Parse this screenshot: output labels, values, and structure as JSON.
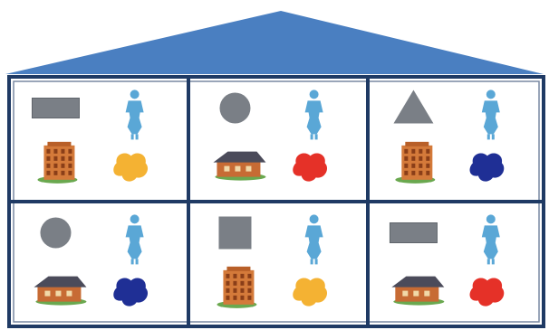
{
  "colors": {
    "roof": "#4a7fc1",
    "frame": "#1f3a64",
    "shape": "#7a7f86",
    "person": "#5aa7d6",
    "splat_yellow": "#f4b233",
    "splat_red": "#e53128",
    "splat_blue": "#1f2f95",
    "apartment": "#d47a3a",
    "cottage": "#c76b34",
    "cottage_roof": "#4b4b5a"
  },
  "rooms": [
    {
      "shape": "rectangle",
      "figure": "person",
      "building": "apartment",
      "blob_color": "yellow"
    },
    {
      "shape": "circle",
      "figure": "person",
      "building": "cottage",
      "blob_color": "red"
    },
    {
      "shape": "triangle",
      "figure": "person",
      "building": "apartment",
      "blob_color": "blue"
    },
    {
      "shape": "circle",
      "figure": "person",
      "building": "cottage",
      "blob_color": "blue"
    },
    {
      "shape": "square",
      "figure": "person",
      "building": "apartment",
      "blob_color": "yellow"
    },
    {
      "shape": "rectangle",
      "figure": "person",
      "building": "cottage",
      "blob_color": "red"
    }
  ]
}
